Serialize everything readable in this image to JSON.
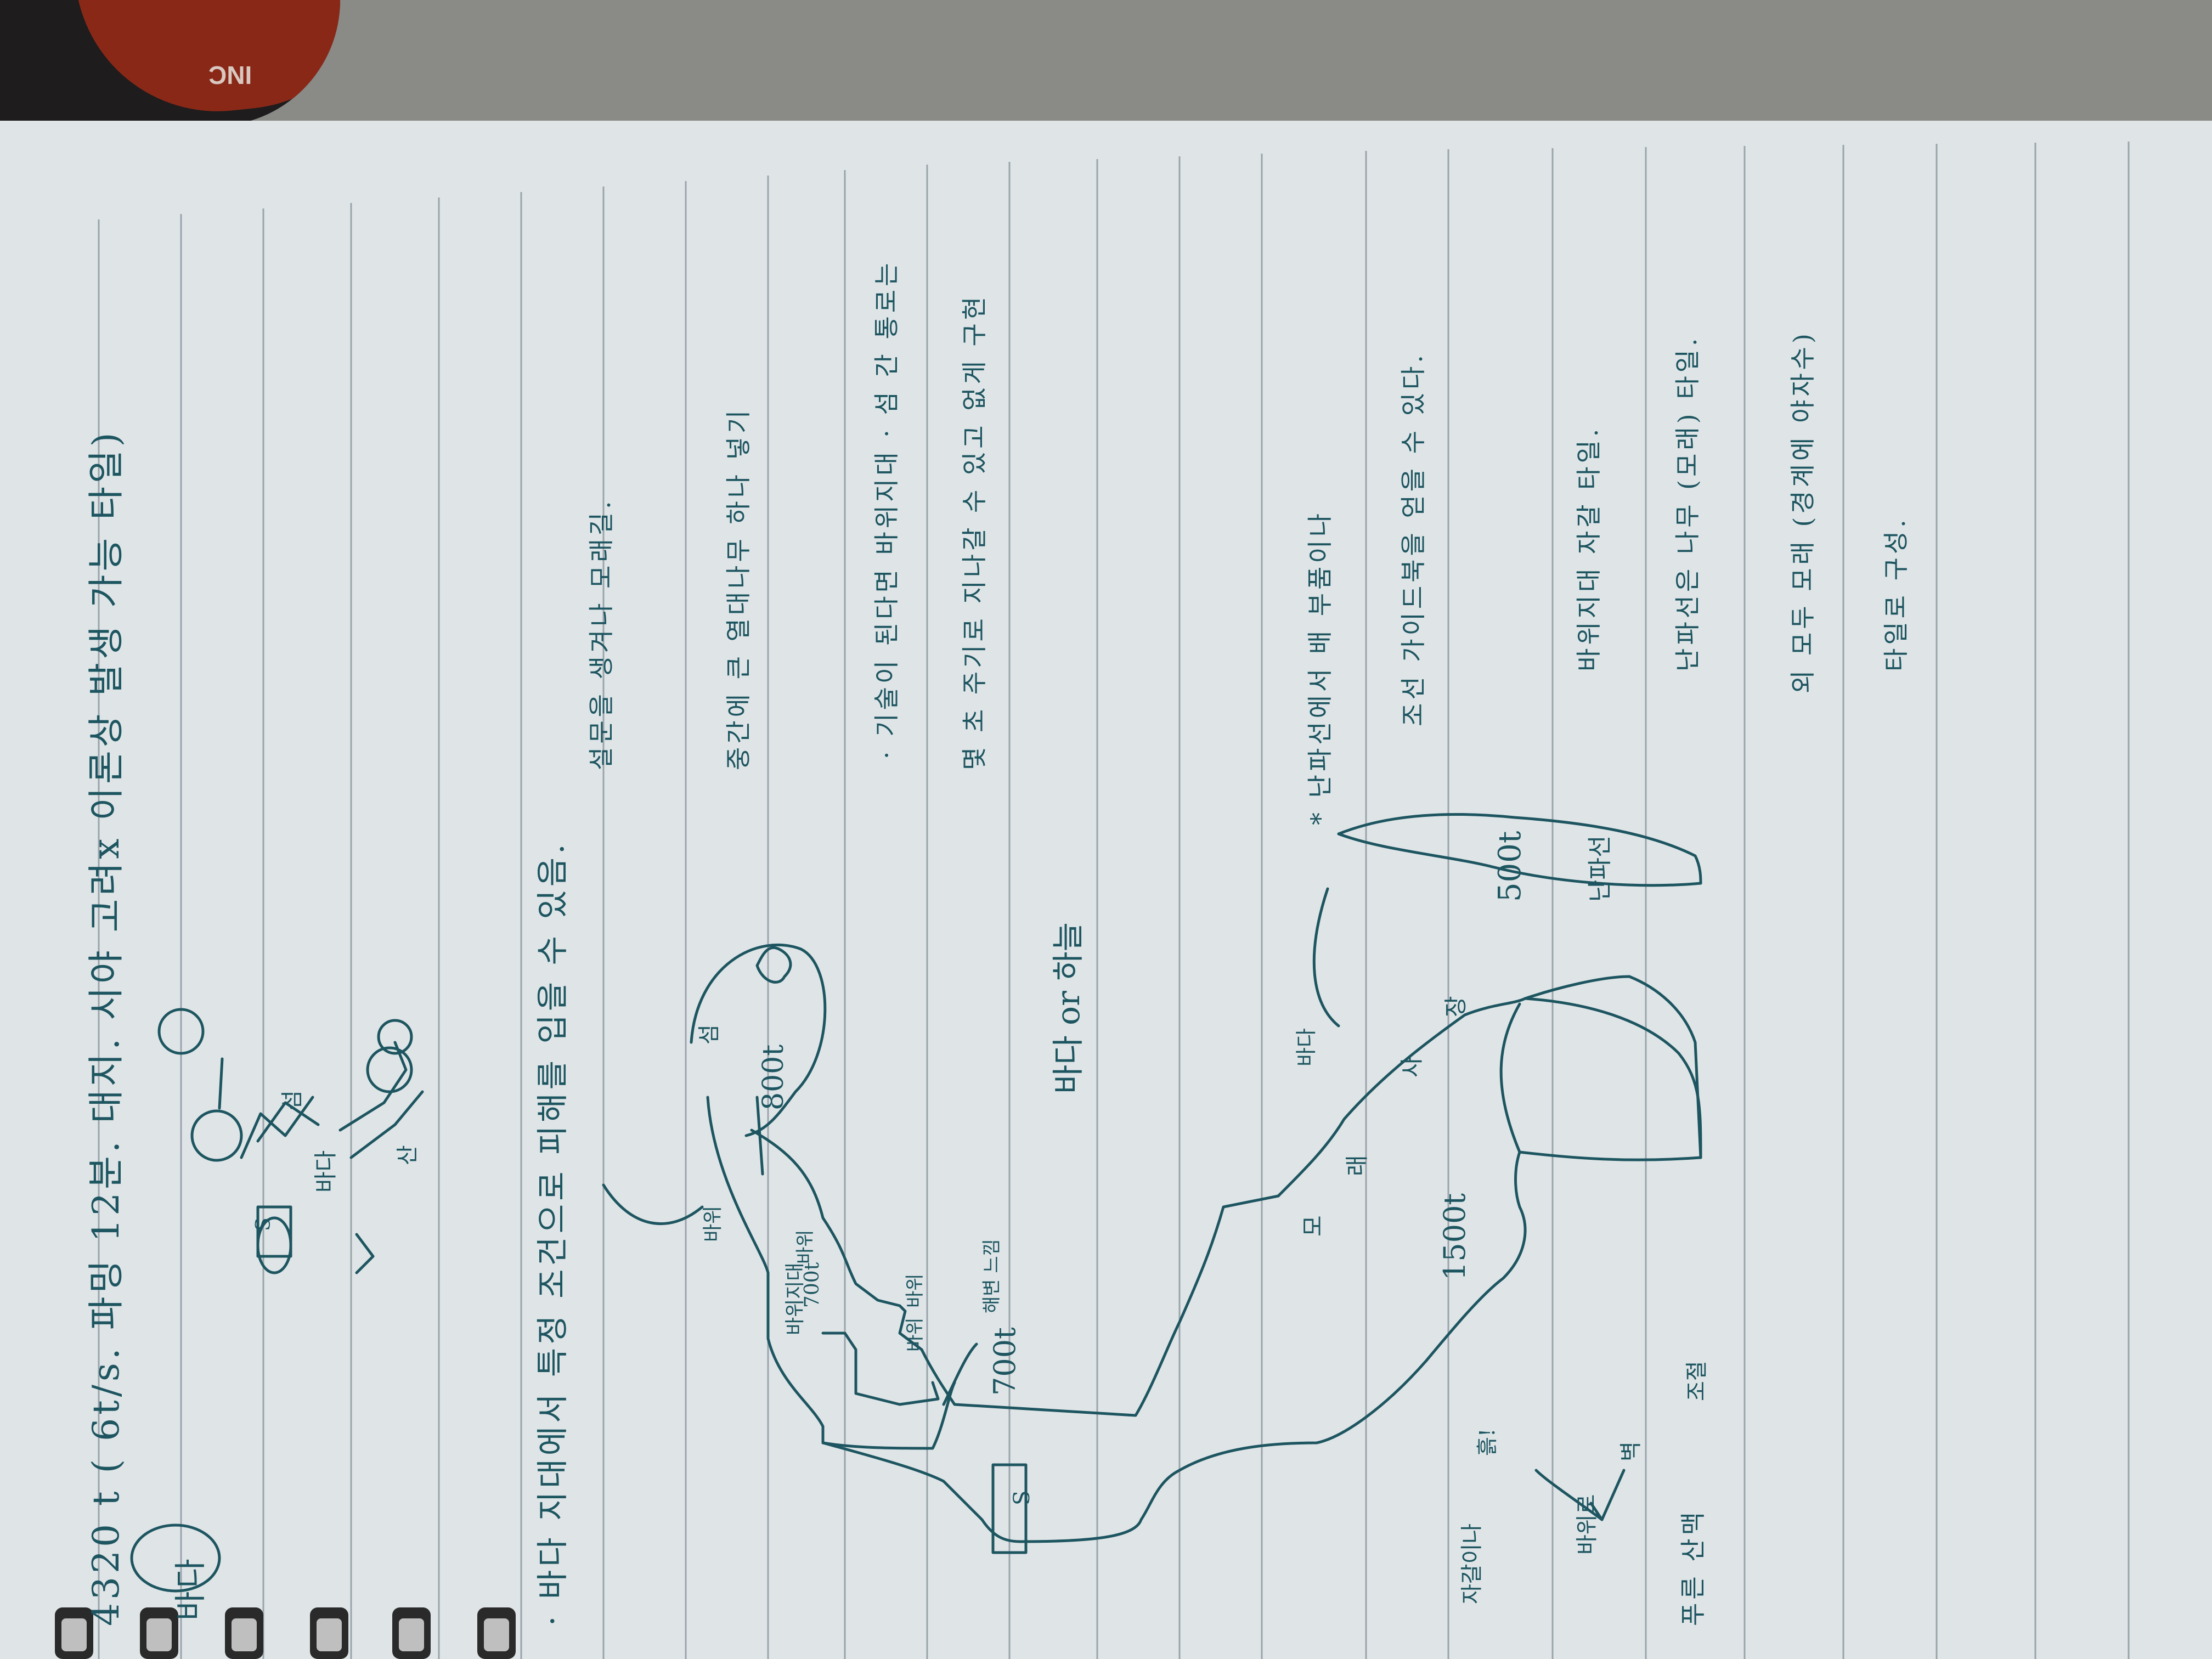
{
  "notebook": {
    "heading": "4320 t ( 6t/s. 파밍 12분. 대지. 시야 고려x 이론상 발생 가능 타일)",
    "section_label": "바다",
    "notes": [
      "· 바다 지대에서 특정 조건으로 피해를 입을 수 있음.",
      "설문을 생겨나 모래길.",
      "중간에 큰 열대나무 하나 넣기",
      "· 기술이 된다면 바위지대 · 섬 간 통로는",
      "몇 초 주기로 지나갈 수 있고 없게 구현",
      "* 난파선에서 배 부품이나",
      "조선 가이드북을 얻을 수 있다.",
      "바위지대 자갈 타일.",
      "난파선은 나무 (모래) 타일.",
      "외 모두 모래 (경계에 야자수)",
      "타일로 구성."
    ],
    "bottom_note": "푸른 산맥"
  },
  "diagram": {
    "small_map": {
      "island": "섬",
      "sea": "바다",
      "mountain": "산",
      "start": "S"
    },
    "island_zone": {
      "name": "섬",
      "value": "800t"
    },
    "rock_zone": {
      "name": "바위지대",
      "value": "700t"
    },
    "rock_labels": [
      "바위",
      "바위",
      "바위",
      "바위"
    ],
    "sea_tile": "해변 느낌",
    "start": "S",
    "main_zone": {
      "value": "700t"
    },
    "beach_strip": {
      "labels": [
        "모",
        "래",
        "사",
        "장"
      ],
      "sea": "바다",
      "value": "1500t"
    },
    "wreck": {
      "value": "500t",
      "name": "난파선"
    },
    "side_notes": [
      "바다 or 하늘",
      "자갈이나",
      "흙!",
      "바위로",
      "벽",
      "조절"
    ]
  }
}
